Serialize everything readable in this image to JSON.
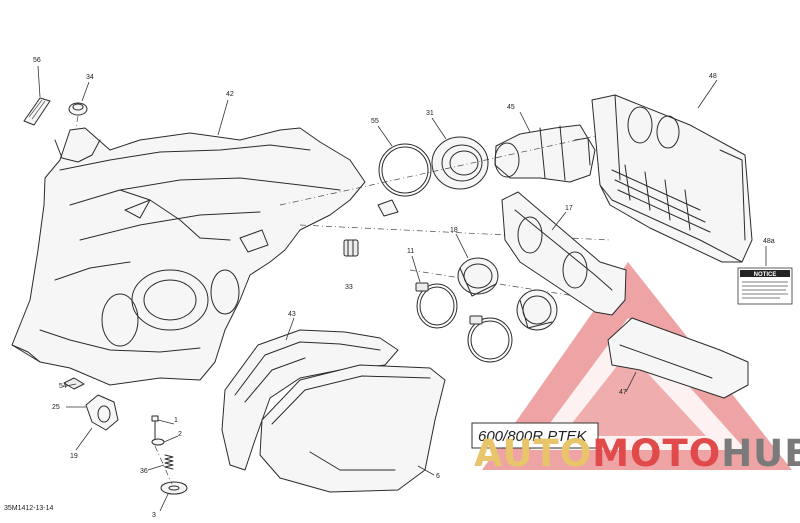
{
  "diagram": {
    "model_label": "600/800R PTEK",
    "reference_code": "35M1412-13-14",
    "notice_label": "NOTICE",
    "watermark": {
      "part1": "AUTO",
      "part2": "MOTO",
      "part3": "HUB",
      "color1": "#e8c46a",
      "color2": "#e04a4a",
      "color3": "#7a7a7a"
    },
    "callouts": {
      "c56": "56",
      "c34": "34",
      "c42": "42",
      "c55": "55",
      "c31": "31",
      "c45": "45",
      "c48": "48",
      "c17": "17",
      "c11": "11",
      "c18": "18",
      "c33": "33",
      "c48a": "48a",
      "c43": "43",
      "c54": "54",
      "c25": "25",
      "c1": "1",
      "c2": "2",
      "c19": "19",
      "c36": "36",
      "c3": "3",
      "c6": "6",
      "c47": "47"
    }
  }
}
